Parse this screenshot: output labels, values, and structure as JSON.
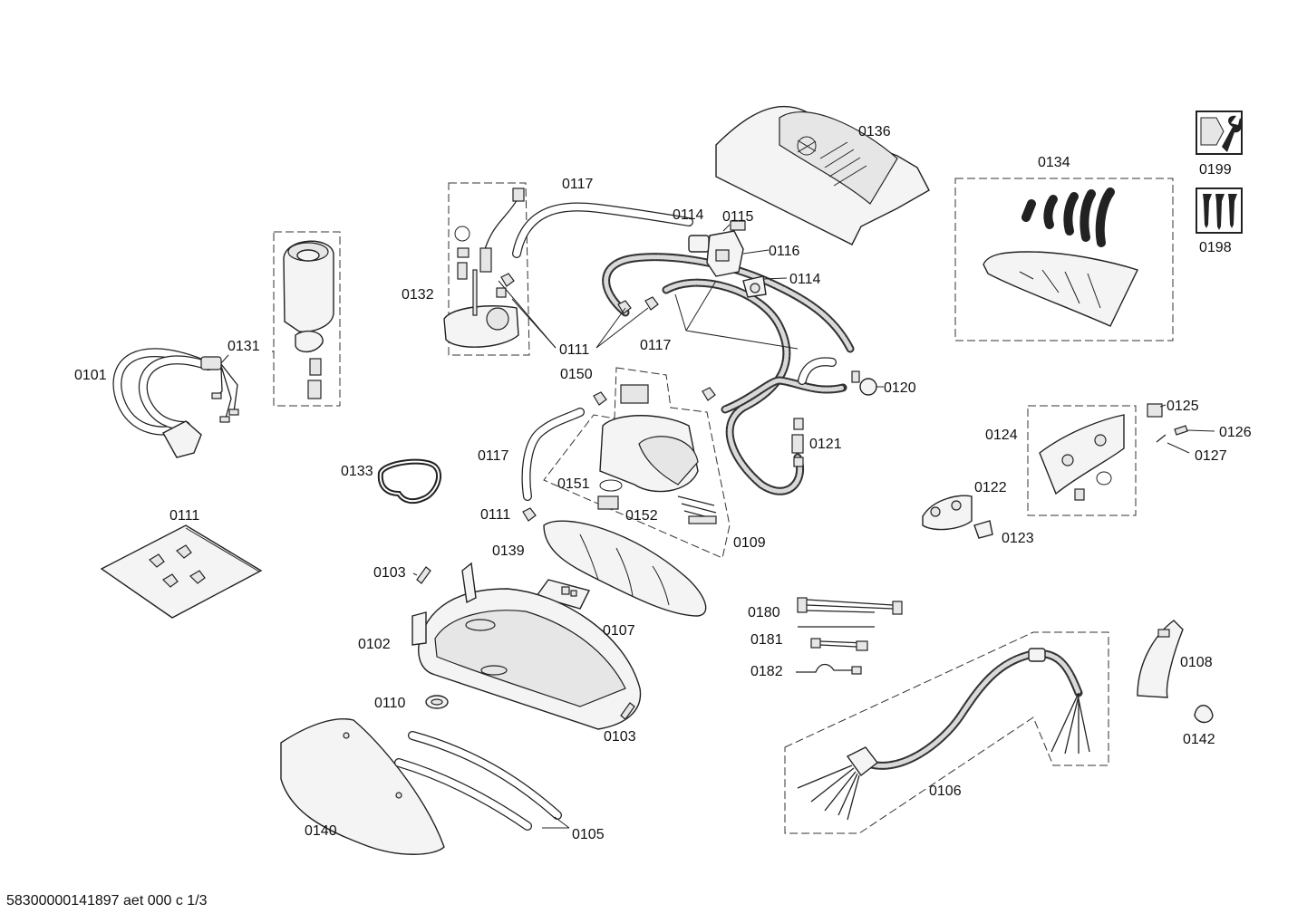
{
  "footer_text": "58300000141897 aet 000 c 1/3",
  "labels": {
    "p0101": "0101",
    "p0102": "0102",
    "p0103a": "0103",
    "p0103b": "0103",
    "p0105": "0105",
    "p0106": "0106",
    "p0107": "0107",
    "p0108": "0108",
    "p0109": "0109",
    "p0110": "0110",
    "p0111a": "0111",
    "p0111b": "0111",
    "p0111c": "0111",
    "p0114a": "0114",
    "p0114b": "0114",
    "p0115": "0115",
    "p0116": "0116",
    "p0117a": "0117",
    "p0117b": "0117",
    "p0117c": "0117",
    "p0120": "0120",
    "p0121": "0121",
    "p0122": "0122",
    "p0123": "0123",
    "p0124": "0124",
    "p0125": "0125",
    "p0126": "0126",
    "p0127": "0127",
    "p0131": "0131",
    "p0132": "0132",
    "p0133": "0133",
    "p0134": "0134",
    "p0136": "0136",
    "p0139": "0139",
    "p0140": "0140",
    "p0142": "0142",
    "p0150": "0150",
    "p0151": "0151",
    "p0152": "0152",
    "p0180": "0180",
    "p0181": "0181",
    "p0182": "0182",
    "p0198": "0198",
    "p0199": "0199"
  },
  "icons": {
    "tools": "wrench-nut-icon",
    "screws": "screws-icon"
  }
}
